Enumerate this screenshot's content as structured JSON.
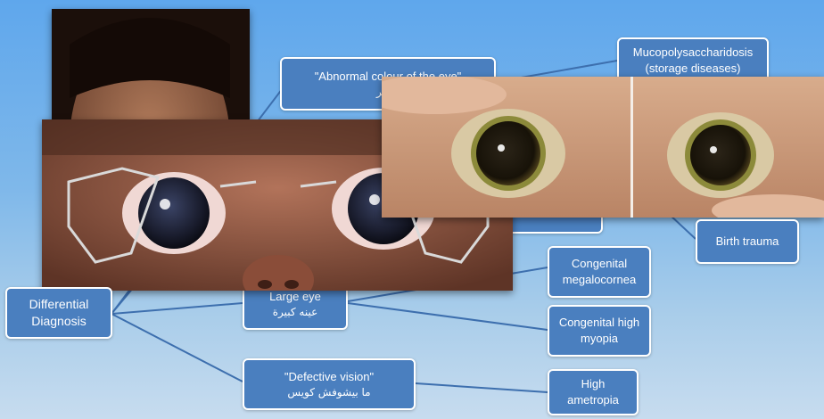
{
  "root": {
    "line1": "Differential",
    "line2": "Diagnosis"
  },
  "abnormal_colour": {
    "english": "\"Abnormal colour of the eye\"",
    "arabic": "متغير"
  },
  "mucopoly": {
    "line1": "Mucopolysaccharidosis",
    "line2": "(storage diseases)"
  },
  "birth_trauma": {
    "label": "Birth trauma"
  },
  "large_eye": {
    "english": "Large eye",
    "arabic": "عينه كبيرة"
  },
  "congenital_megalocornea": {
    "line1": "Congenital",
    "line2": "megalocornea"
  },
  "congenital_high_myopia": {
    "line1": "Congenital high",
    "line2": "myopia"
  },
  "defective_vision": {
    "english": "\"Defective vision\"",
    "arabic": "ما بيشوفش كويس"
  },
  "high_ametropia": {
    "line1": "High",
    "line2": "ametropia"
  },
  "colors": {
    "node_fill": "#4a7fbf",
    "node_border": "#ffffff",
    "connector": "#3d6fae",
    "background_top": "#5fa7ec",
    "background_bottom": "#c7dcef"
  }
}
